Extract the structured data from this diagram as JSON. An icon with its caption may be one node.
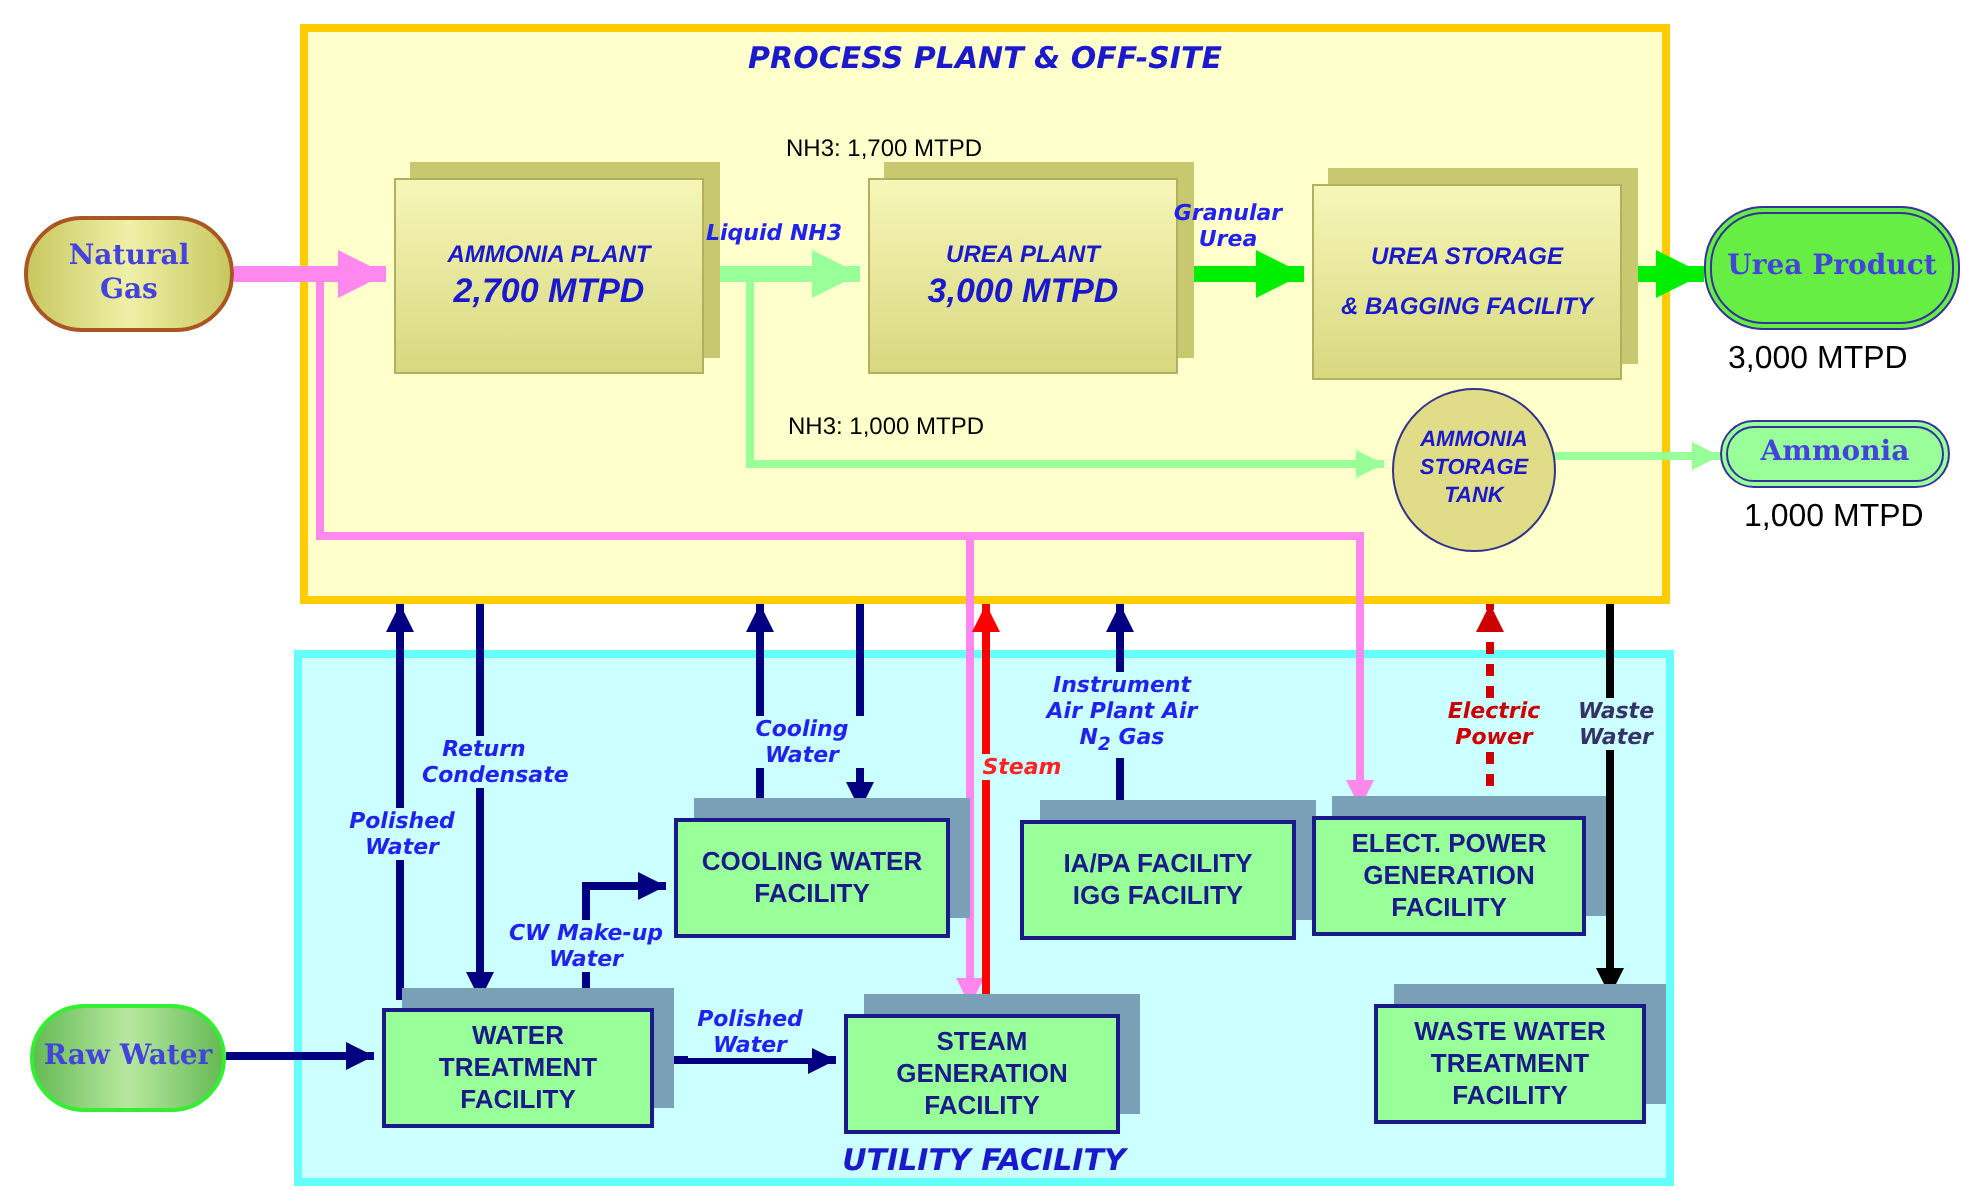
{
  "diagram": {
    "nodes": [
      {
        "text": [
          "PROCESS PLANT & OFF-SITE"
        ]
      },
      {
        "text": [
          "AMMONIA PLANT",
          "2,700 MTPD"
        ],
        "in": 0
      },
      {
        "text": [
          "UREA PLANT",
          "3,000 MTPD"
        ],
        "in": 0
      },
      {
        "text": [
          "UREA STORAGE",
          "& BAGGING FACILITY"
        ],
        "in": 0
      },
      {
        "text": [
          "AMMONIA STORAGE TANK"
        ],
        "in": 0
      },
      {
        "text": [
          "Natural Gas"
        ]
      },
      {
        "text": [
          "Urea Product"
        ],
        "beside": [
          "3,000 MTPD"
        ]
      },
      {
        "text": [
          "Ammonia"
        ],
        "beside": [
          "1,000 MTPD"
        ]
      },
      {
        "text": [
          "UTILITY FACILITY"
        ]
      },
      {
        "text": [
          "COOLING WATER FACILITY"
        ],
        "in": 8
      },
      {
        "text": [
          "IA/PA FACILITY",
          "IGG FACILITY"
        ],
        "in": 8
      },
      {
        "text": [
          "ELECT. POWER GENERATION FACILITY"
        ],
        "in": 8
      },
      {
        "text": [
          "WATER TREATMENT FACILITY"
        ],
        "in": 8
      },
      {
        "text": [
          "STEAM GENERATION FACILITY"
        ],
        "in": 8
      },
      {
        "text": [
          "WASTE WATER TREATMENT FACILITY"
        ],
        "in": 8
      },
      {
        "text": [
          "Raw Water"
        ]
      }
    ],
    "edges": [
      {
        "from": 5,
        "to": 1,
        "arrow": "to",
        "style": "thick",
        "color": "#ff88ee"
      },
      {
        "from": 1,
        "to": 2,
        "arrow": "to",
        "label": "Liquid NH3",
        "style": "thick",
        "color": "#99ff99"
      },
      {
        "from": 1,
        "to": 4,
        "arrow": "to",
        "label": "NH3: 1,000 MTPD",
        "color": "#99ff99"
      },
      {
        "from": 2,
        "to": 3,
        "arrow": "to",
        "label": "Granular Urea",
        "style": "thick",
        "color": "#00ee00"
      },
      {
        "from": 3,
        "to": 6,
        "arrow": "to",
        "style": "thick",
        "color": "#00ee00"
      },
      {
        "from": 4,
        "to": 7,
        "arrow": "to",
        "color": "#99ff99"
      },
      {
        "from": 5,
        "to": 13,
        "arrow": "to",
        "color": "#ff88ee"
      },
      {
        "from": 5,
        "to": 11,
        "arrow": "to",
        "color": "#ff88ee"
      },
      {
        "from": 15,
        "to": 12,
        "arrow": "to"
      },
      {
        "from": 12,
        "to": 0,
        "arrow": "to",
        "label": "Polished Water"
      },
      {
        "from": 0,
        "to": 12,
        "arrow": "to",
        "label": "Return Condensate"
      },
      {
        "from": 12,
        "to": 9,
        "arrow": "to",
        "label": "CW Make-up Water"
      },
      {
        "from": 12,
        "to": 13,
        "arrow": "to",
        "label": "Polished Water"
      },
      {
        "from": 9,
        "to": 0,
        "arrow": "to",
        "label": "Cooling Water"
      },
      {
        "from": 0,
        "to": 9,
        "arrow": "to"
      },
      {
        "from": 13,
        "to": 0,
        "arrow": "to",
        "label": "Steam",
        "color": "#ff0000"
      },
      {
        "from": 10,
        "to": 0,
        "arrow": "to",
        "label": "Instrument Air Plant Air N$_{2}$ Gas"
      },
      {
        "from": 11,
        "to": 0,
        "arrow": "to",
        "label": "Electric Power",
        "style": "dashed",
        "color": "#cc0000"
      },
      {
        "from": 0,
        "to": 14,
        "arrow": "to",
        "label": "Waste Water",
        "color": "#000000"
      }
    ],
    "labels": [
      "NH3: 1,700 MTPD"
    ]
  }
}
